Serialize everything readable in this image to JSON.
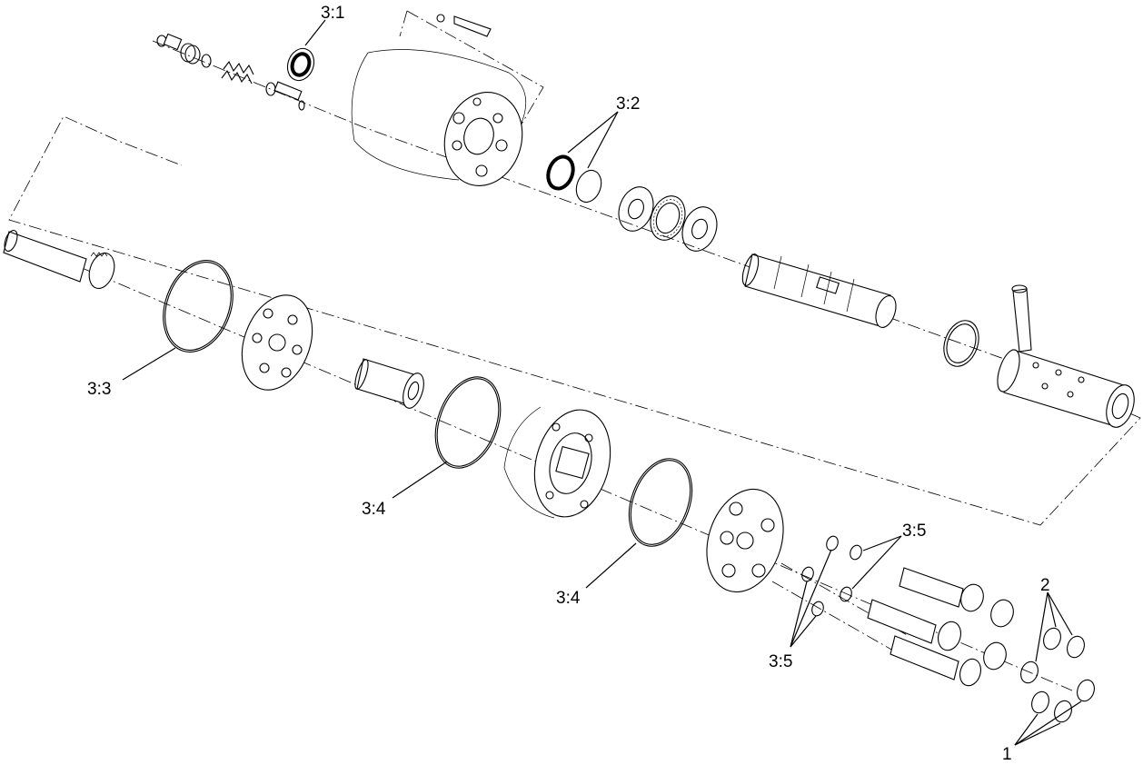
{
  "callouts": {
    "c31": "3:1",
    "c32": "3:2",
    "c33": "3:3",
    "c34a": "3:4",
    "c34b": "3:4",
    "c35a": "3:5",
    "c35b": "3:5",
    "c2": "2",
    "c1": "1"
  }
}
